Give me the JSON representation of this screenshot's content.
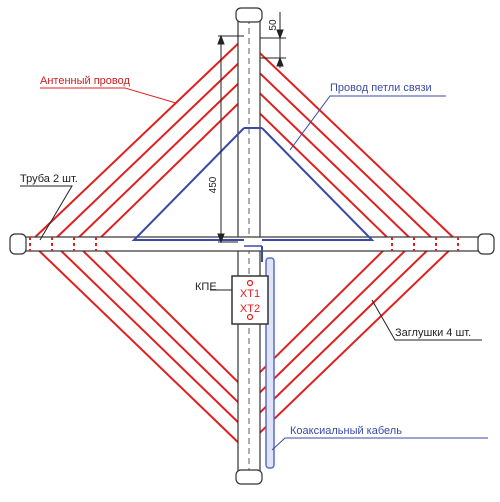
{
  "labels": {
    "antenna_wire": "Антенный провод",
    "coupling_loop": "Провод петли связи",
    "pipe": "Труба 2 шт.",
    "plugs": "Заглушки 4 шт.",
    "coax": "Коаксиальный кабель",
    "box": "КПЕ",
    "xt1": "XT1",
    "xt2": "XT2",
    "dim_small": "50",
    "dim_large": "450"
  },
  "colors": {
    "antenna": "#e02020",
    "loop": "#3a4aa8",
    "coax": "#5b6cc8",
    "pipe_outline": "#333333",
    "pipe_fill": "#ffffff",
    "label_red": "#c82020",
    "label_blue": "#3a4aa8",
    "label_black": "#222222"
  },
  "diagram": {
    "antenna_turns": 4,
    "plugs_count": 4,
    "pipes_count": 2
  }
}
